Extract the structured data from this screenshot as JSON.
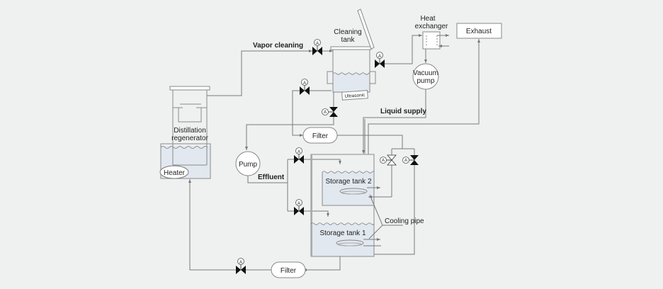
{
  "labels": {
    "vapor_cleaning": "Vapor cleaning",
    "cleaning_tank_1": "Cleaning",
    "cleaning_tank_2": "tank",
    "ultrasonic": "Ultrasonic",
    "heat_exchanger_1": "Heat",
    "heat_exchanger_2": "exchanger",
    "exhaust": "Exhaust",
    "vacuum_pump_1": "Vacuum",
    "vacuum_pump_2": "pump",
    "liquid_supply": "Liquid supply",
    "distillation_1": "Distillation",
    "distillation_2": "regenerator",
    "heater": "Heater",
    "pump": "Pump",
    "effluent": "Effluent",
    "filter_top": "Filter",
    "filter_bottom": "Filter",
    "storage_tank_2": "Storage tank 2",
    "storage_tank_1": "Storage tank 1",
    "cooling_pipe": "Cooling pipe",
    "valve_marker": "A"
  },
  "colors": {
    "liquid": "#e2e8ef",
    "valve": "#111111",
    "pipe": "#7a7a7a"
  }
}
